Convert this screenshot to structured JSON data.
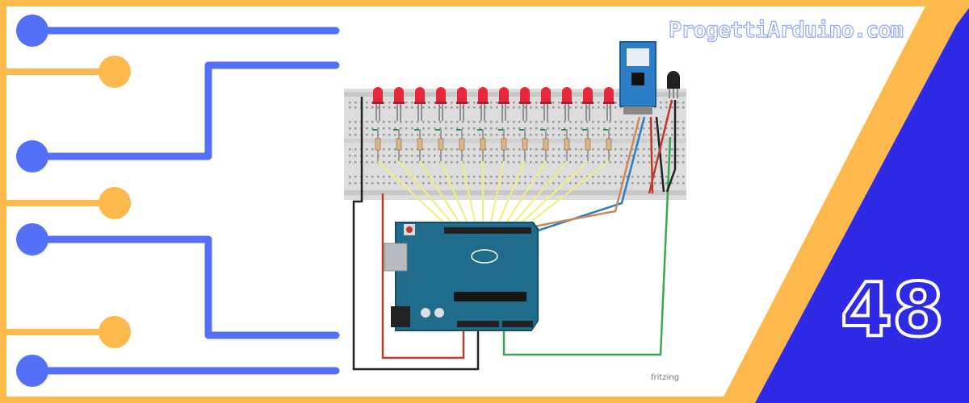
{
  "brand": {
    "watermark_text": "ProgettiArduino.com",
    "episode_number": "48",
    "diagram_credit": "fritzing"
  },
  "colors": {
    "frame_yellow": "#fdb94b",
    "trace_blue": "#5470f7",
    "panel_blue": "#2f2ae6",
    "led_red": "#e8283a",
    "arduino_teal": "#1f6c8c",
    "breadboard": "#dcdcdc",
    "jumper_yellow": "#f1ee7a",
    "jumper_green": "#3aa653",
    "jumper_red": "#c0392b",
    "jumper_black": "#222222",
    "jumper_brown": "#c98a5a"
  },
  "icons": [
    "circuit-trace-graphic",
    "arduino-uno-board-image",
    "bluetooth-module-image",
    "temperature-sensor-image"
  ]
}
